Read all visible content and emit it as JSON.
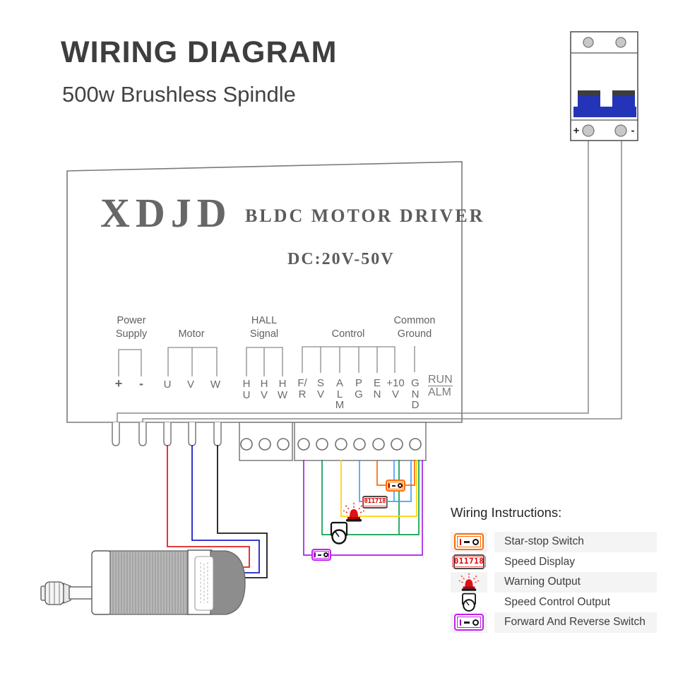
{
  "title": {
    "heading": "WIRING DIAGRAM",
    "subheading": "500w Brushless Spindle"
  },
  "driver": {
    "brand": "XDJD",
    "product": "BLDC MOTOR DRIVER",
    "voltage": "DC:20V-50V",
    "groups": {
      "power": "Power\nSupply",
      "motor": "Motor",
      "hall": "HALL\nSignal",
      "control": "Control",
      "ground": "Common\nGround"
    },
    "pins": {
      "power": [
        "+",
        "-"
      ],
      "motor": [
        "U",
        "V",
        "W"
      ],
      "hall": [
        "H\nU",
        "H\nV",
        "H\nW"
      ],
      "control": [
        "F/\nR",
        "S\nV",
        "A\nL\nM",
        "P\nG",
        "E\nN",
        "+10\nV"
      ],
      "ground": "G\nN\nD",
      "run": "RUN",
      "alm": "ALM"
    }
  },
  "breaker": {
    "plus": "+",
    "minus": "-"
  },
  "display_value": "011718",
  "legend": {
    "heading": "Wiring Instructions:",
    "items": [
      {
        "icon": "star-stop-switch-icon",
        "label": "Star-stop Switch"
      },
      {
        "icon": "speed-display-icon",
        "label": "Speed Display"
      },
      {
        "icon": "warning-output-icon",
        "label": "Warning Output"
      },
      {
        "icon": "speed-control-knob-icon",
        "label": "Speed Control Output"
      },
      {
        "icon": "forward-reverse-switch-icon",
        "label": "Forward And Reverse Switch"
      }
    ]
  },
  "colors": {
    "wire-u": "#e02020",
    "wire-v": "#1f1fc8",
    "wire-w": "#1a1a1a",
    "wire-fr": "#ab1fe8",
    "wire-sv": "#0fa050",
    "wire-alm": "#ffd400",
    "wire-pg": "#4b9fff",
    "wire-en": "#ff6a00",
    "wire-power": "#8a8a8a",
    "breaker-blue": "#2334b8",
    "accent-red": "#e01018",
    "switch-orange": "#ff6a00",
    "switch-purple": "#c41fee"
  }
}
